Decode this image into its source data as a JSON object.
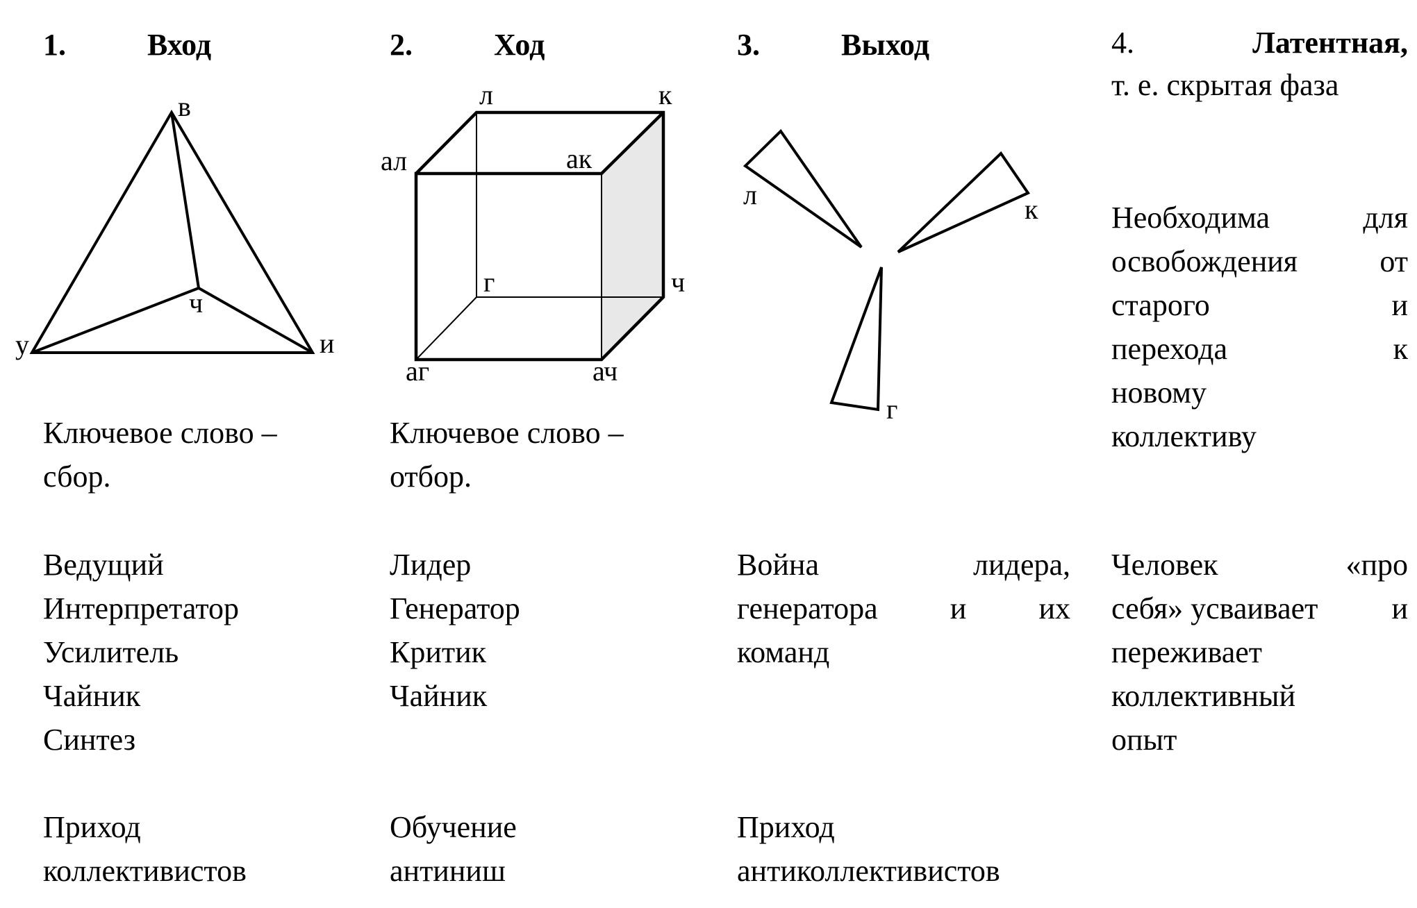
{
  "columns": [
    {
      "number": "1.",
      "title": "Вход",
      "diagram": {
        "vertex_labels": {
          "top": "в",
          "center": "ч",
          "left": "у",
          "right": "и"
        }
      },
      "keyword": [
        "Ключевое слово –",
        "сбор."
      ],
      "roles": [
        "Ведущий",
        "Интерпретатор",
        "Усилитель",
        "Чайник",
        "Синтез"
      ],
      "footer": [
        "Приход",
        "коллективистов"
      ]
    },
    {
      "number": "2.",
      "title": "Ход",
      "diagram": {
        "vertex_labels": {
          "back_top_left": "л",
          "back_top_right": "к",
          "front_top_left": "ал",
          "front_top_right": "ак",
          "back_bottom_left": "г",
          "back_bottom_right": "ч",
          "front_bottom_left": "аг",
          "front_bottom_right": "ач"
        }
      },
      "keyword": [
        "Ключевое слово –",
        "отбор."
      ],
      "roles": [
        "Лидер",
        "Генератор",
        "Критик",
        "Чайник"
      ],
      "footer": [
        "Обучение",
        "антиниш"
      ]
    },
    {
      "number": "3.",
      "title": "Выход",
      "diagram": {
        "vertex_labels": {
          "left": "л",
          "right": "к",
          "bottom": "г"
        }
      },
      "description": {
        "line1": [
          "Война",
          "лидера,"
        ],
        "line2": [
          "генератора",
          "и",
          "их"
        ],
        "line3": "команд"
      },
      "footer": [
        "Приход",
        "антиколлективистов"
      ]
    },
    {
      "number": "4.",
      "title": "Латентная,",
      "subtitle": "т. е. скрытая фаза",
      "need": {
        "line1": [
          "Необходима",
          "для"
        ],
        "line2": [
          "освобождения",
          "от"
        ],
        "line3": [
          "старого",
          "и"
        ],
        "line4": [
          "перехода",
          "к"
        ],
        "line5": "новому",
        "line6": "коллективу"
      },
      "experience": {
        "line1": [
          "Человек",
          "«про"
        ],
        "line2": [
          "себя» усваивает",
          "и"
        ],
        "line3": "переживает",
        "line4": "коллективный",
        "line5": "опыт"
      }
    }
  ],
  "colors": {
    "ink": "#000000",
    "shaded_face": "#e8e8e8",
    "background": "#ffffff"
  }
}
